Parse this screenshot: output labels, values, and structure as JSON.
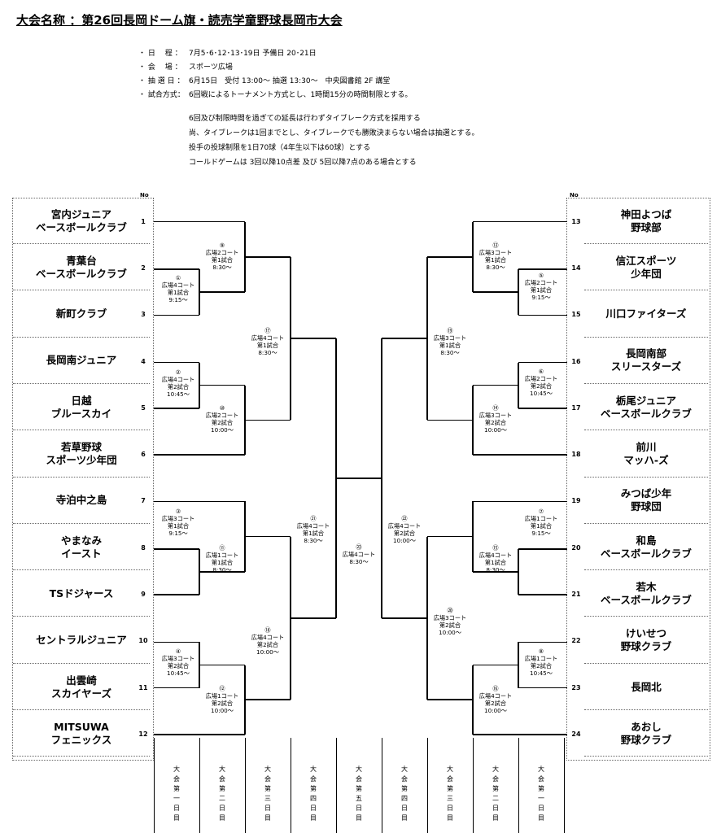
{
  "title": "大会名称 ：第26回長岡ドーム旗・読売学童野球長岡市大会",
  "info": [
    {
      "label": "・ 日　 程 ：",
      "text": "7月5･6･12･13･19日 予備日 20･21日"
    },
    {
      "label": "・ 会　 場 ：",
      "text": "スポーツ広場"
    },
    {
      "label": "・ 抽 選 日 ：",
      "text": "6月15日　受付 13:00～ 抽選 13:30～　中央図書館 2F 講堂"
    },
    {
      "label": "・ 試合方式：",
      "text": "6回戦によるトーナメント方式とし、1時間15分の時間制限とする。"
    }
  ],
  "notes": [
    "6回及び制限時間を過ぎての延長は行わずタイブレーク方式を採用する",
    "尚、タイブレークは1回までとし、タイブレークでも勝敗決まらない場合は抽選とする。",
    "投手の投球制限を1日70球（4年生以下は60球）とする",
    "コールドゲームは 3回以降10点差 及び 5回以降7点のある場合とする"
  ],
  "no_header": "No",
  "left_teams": [
    {
      "no": "1",
      "name": "宮内ジュニア\nベースボールクラブ"
    },
    {
      "no": "2",
      "name": "青葉台\nベースボールクラブ"
    },
    {
      "no": "3",
      "name": "新町クラブ"
    },
    {
      "no": "4",
      "name": "長岡南ジュニア"
    },
    {
      "no": "5",
      "name": "日越\nブルースカイ"
    },
    {
      "no": "6",
      "name": "若草野球\nスポーツ少年団"
    },
    {
      "no": "7",
      "name": "寺泊中之島"
    },
    {
      "no": "8",
      "name": "やまなみ\nイースト"
    },
    {
      "no": "9",
      "name": "TSドジャース"
    },
    {
      "no": "10",
      "name": "セントラルジュニア"
    },
    {
      "no": "11",
      "name": "出雲崎\nスカイヤーズ"
    },
    {
      "no": "12",
      "name": "MITSUWA\nフェニックス"
    }
  ],
  "right_teams": [
    {
      "no": "13",
      "name": "神田よつば\n野球部"
    },
    {
      "no": "14",
      "name": "信江スポーツ\n少年団"
    },
    {
      "no": "15",
      "name": "川口ファイターズ"
    },
    {
      "no": "16",
      "name": "長岡南部\nスリースターズ"
    },
    {
      "no": "17",
      "name": "栃尾ジュニア\nベースボールクラブ"
    },
    {
      "no": "18",
      "name": "前川\nマッハ-ズ"
    },
    {
      "no": "19",
      "name": "みつば少年\n野球団"
    },
    {
      "no": "20",
      "name": "和島\nベースボールクラブ"
    },
    {
      "no": "21",
      "name": "若木\nベースボールクラブ"
    },
    {
      "no": "22",
      "name": "けいせつ\n野球クラブ"
    },
    {
      "no": "23",
      "name": "長岡北"
    },
    {
      "no": "24",
      "name": "あおし\n野球クラブ"
    }
  ],
  "matches": [
    {
      "id": "m1",
      "text": "①\n広場4コート\n第1試合\n9:15～"
    },
    {
      "id": "m2",
      "text": "②\n広場4コート\n第2試合\n10:45～"
    },
    {
      "id": "m3",
      "text": "③\n広場3コート\n第1試合\n9:15～"
    },
    {
      "id": "m4",
      "text": "④\n広場3コート\n第2試合\n10:45～"
    },
    {
      "id": "m5",
      "text": "⑤\n広場2コート\n第1試合\n9:15～"
    },
    {
      "id": "m6",
      "text": "⑥\n広場2コート\n第2試合\n10:45～"
    },
    {
      "id": "m7",
      "text": "⑦\n広場1コート\n第1試合\n9:15～"
    },
    {
      "id": "m8",
      "text": "⑧\n広場1コート\n第2試合\n10:45～"
    },
    {
      "id": "m9",
      "text": "⑨\n広場2コート\n第1試合\n8:30～"
    },
    {
      "id": "m10",
      "text": "⑩\n広場2コート\n第2試合\n10:00～"
    },
    {
      "id": "m11",
      "text": "⑪\n広場1コート\n第1試合\n8:30～"
    },
    {
      "id": "m12",
      "text": "⑫\n広場1コート\n第2試合\n10:00～"
    },
    {
      "id": "m13",
      "text": "⑬\n広場3コート\n第1試合\n8:30～"
    },
    {
      "id": "m14",
      "text": "⑭\n広場3コート\n第2試合\n10:00～"
    },
    {
      "id": "m15",
      "text": "⑮\n広場4コート\n第1試合\n8:30～"
    },
    {
      "id": "m16",
      "text": "⑯\n広場4コート\n第2試合\n10:00～"
    },
    {
      "id": "m17",
      "text": "⑰\n広場4コート\n第1試合\n8:30～"
    },
    {
      "id": "m18",
      "text": "⑱\n広場4コート\n第2試合\n10:00～"
    },
    {
      "id": "m19",
      "text": "⑲\n広場3コート\n第1試合\n8:30～"
    },
    {
      "id": "m20",
      "text": "⑳\n広場3コート\n第2試合\n10:00～"
    },
    {
      "id": "m21",
      "text": "㉑\n広場4コート\n第1試合\n8:30～"
    },
    {
      "id": "m22",
      "text": "㉒\n広場4コート\n第2試合\n10:00～"
    },
    {
      "id": "m23",
      "text": "㉓\n広場4コート\n8:30～"
    }
  ],
  "days": [
    "大\n会\n第\n一\n日\n目",
    "大\n会\n第\n二\n日\n目",
    "大\n会\n第\n三\n日\n目",
    "大\n会\n第\n四\n日\n目",
    "大\n会\n第\n五\n日\n目",
    "大\n会\n第\n四\n日\n目",
    "大\n会\n第\n三\n日\n目",
    "大\n会\n第\n二\n日\n目",
    "大\n会\n第\n一\n日\n目"
  ]
}
